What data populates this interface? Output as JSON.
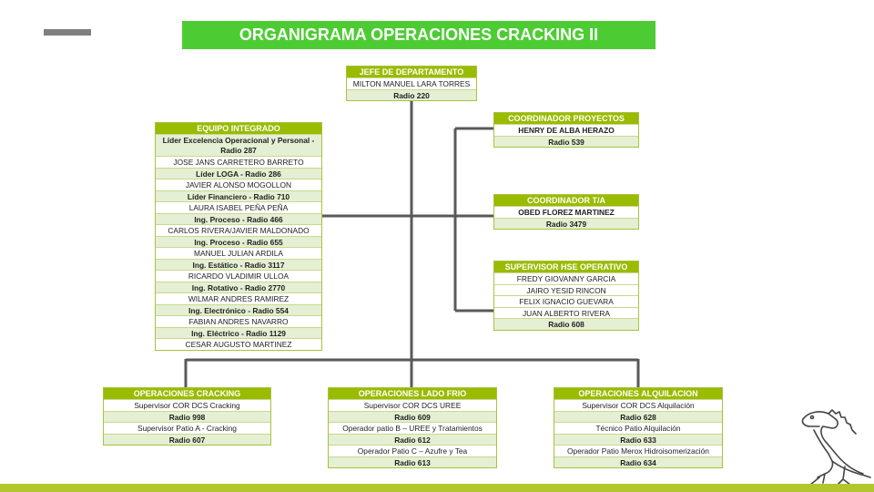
{
  "title": "ORGANIGRAMA OPERACIONES CRACKING II",
  "jefe": {
    "header": "JEFE DE DEPARTAMENTO",
    "rows": [
      {
        "text": "MILTON MANUEL LARA TORRES",
        "style": ""
      },
      {
        "text": "Radio 220",
        "style": "g"
      }
    ]
  },
  "equipo": {
    "header": "EQUIPO INTEGRADO",
    "rows": [
      {
        "text": "Líder Excelencia Operacional y Personal - Radio 287",
        "style": "g tall"
      },
      {
        "text": "JOSE JANS CARRETERO BARRETO",
        "style": ""
      },
      {
        "text": "Líder LOGA  - Radio 286",
        "style": "g"
      },
      {
        "text": "JAVIER ALONSO MOGOLLON",
        "style": ""
      },
      {
        "text": "Líder Financiero - Radio 710",
        "style": "g"
      },
      {
        "text": "LAURA ISABEL PEÑA PEÑA",
        "style": ""
      },
      {
        "text": "Ing. Proceso  - Radio 466",
        "style": "g"
      },
      {
        "text": "CARLOS RIVERA/JAVIER MALDONADO",
        "style": ""
      },
      {
        "text": "Ing. Proceso  - Radio 655",
        "style": "g"
      },
      {
        "text": "MANUEL JULIAN  ARDILA",
        "style": ""
      },
      {
        "text": "Ing. Estático  - Radio 3117",
        "style": "g"
      },
      {
        "text": "RICARDO VLADIMIR ULLOA",
        "style": ""
      },
      {
        "text": "Ing. Rotativo  - Radio 2770",
        "style": "g"
      },
      {
        "text": "WILMAR ANDRES RAMIREZ",
        "style": ""
      },
      {
        "text": "Ing. Electrónico  - Radio 554",
        "style": "g"
      },
      {
        "text": "FABIAN ANDRES NAVARRO",
        "style": ""
      },
      {
        "text": "Ing. Eléctrico  - Radio 1129",
        "style": "g"
      },
      {
        "text": "CESAR AUGUSTO MARTINEZ",
        "style": ""
      }
    ]
  },
  "coord_proyectos": {
    "header": "COORDINADOR PROYECTOS",
    "rows": [
      {
        "text": "HENRY DE ALBA HERAZO",
        "style": "b"
      },
      {
        "text": "Radio 539",
        "style": "g"
      }
    ]
  },
  "coord_ta": {
    "header": "COORDINADOR T/A",
    "rows": [
      {
        "text": "OBED FLOREZ MARTINEZ",
        "style": "b"
      },
      {
        "text": "Radio 3479",
        "style": "g"
      }
    ]
  },
  "hse": {
    "header": "SUPERVISOR HSE OPERATIVO",
    "rows": [
      {
        "text": "FREDY GIOVANNY GARCIA",
        "style": ""
      },
      {
        "text": "JAIRO YESID RINCON",
        "style": ""
      },
      {
        "text": "FELIX IGNACIO GUEVARA",
        "style": ""
      },
      {
        "text": "JUAN ALBERTO RIVERA",
        "style": ""
      },
      {
        "text": "Radio 608",
        "style": "g"
      }
    ]
  },
  "op_cracking": {
    "header": "OPERACIONES CRACKING",
    "rows": [
      {
        "text": "Supervisor COR DCS Cracking",
        "style": ""
      },
      {
        "text": "Radio 998",
        "style": "g"
      },
      {
        "text": "Supervisor Patio A - Cracking",
        "style": ""
      },
      {
        "text": "Radio 607",
        "style": "g"
      }
    ]
  },
  "op_frio": {
    "header": "OPERACIONES LADO FRIO",
    "rows": [
      {
        "text": "Supervisor COR DCS UREE",
        "style": ""
      },
      {
        "text": "Radio 609",
        "style": "g"
      },
      {
        "text": "Operador patio B – UREE y Tratamientos",
        "style": ""
      },
      {
        "text": "Radio 612",
        "style": "g"
      },
      {
        "text": "Operador Patio C – Azufre y Tea",
        "style": ""
      },
      {
        "text": "Radio 613",
        "style": "g"
      }
    ]
  },
  "op_alquilacion": {
    "header": "OPERACIONES ALQUILACION",
    "rows": [
      {
        "text": "Supervisor COR DCS Alquilación",
        "style": ""
      },
      {
        "text": "Radio 628",
        "style": "g"
      },
      {
        "text": "Técnico Patio Alquilación",
        "style": ""
      },
      {
        "text": "Radio 633",
        "style": "g"
      },
      {
        "text": "Operador Patio Merox Hidroisomerización",
        "style": ""
      },
      {
        "text": "Radio 634",
        "style": "g"
      }
    ]
  },
  "colors": {
    "title_bg": "#4ccc32",
    "header_bg": "#99bb00",
    "highlight_row": "#e4efd3",
    "lines": "#595959",
    "bottom_bar": "#b3c62d"
  }
}
